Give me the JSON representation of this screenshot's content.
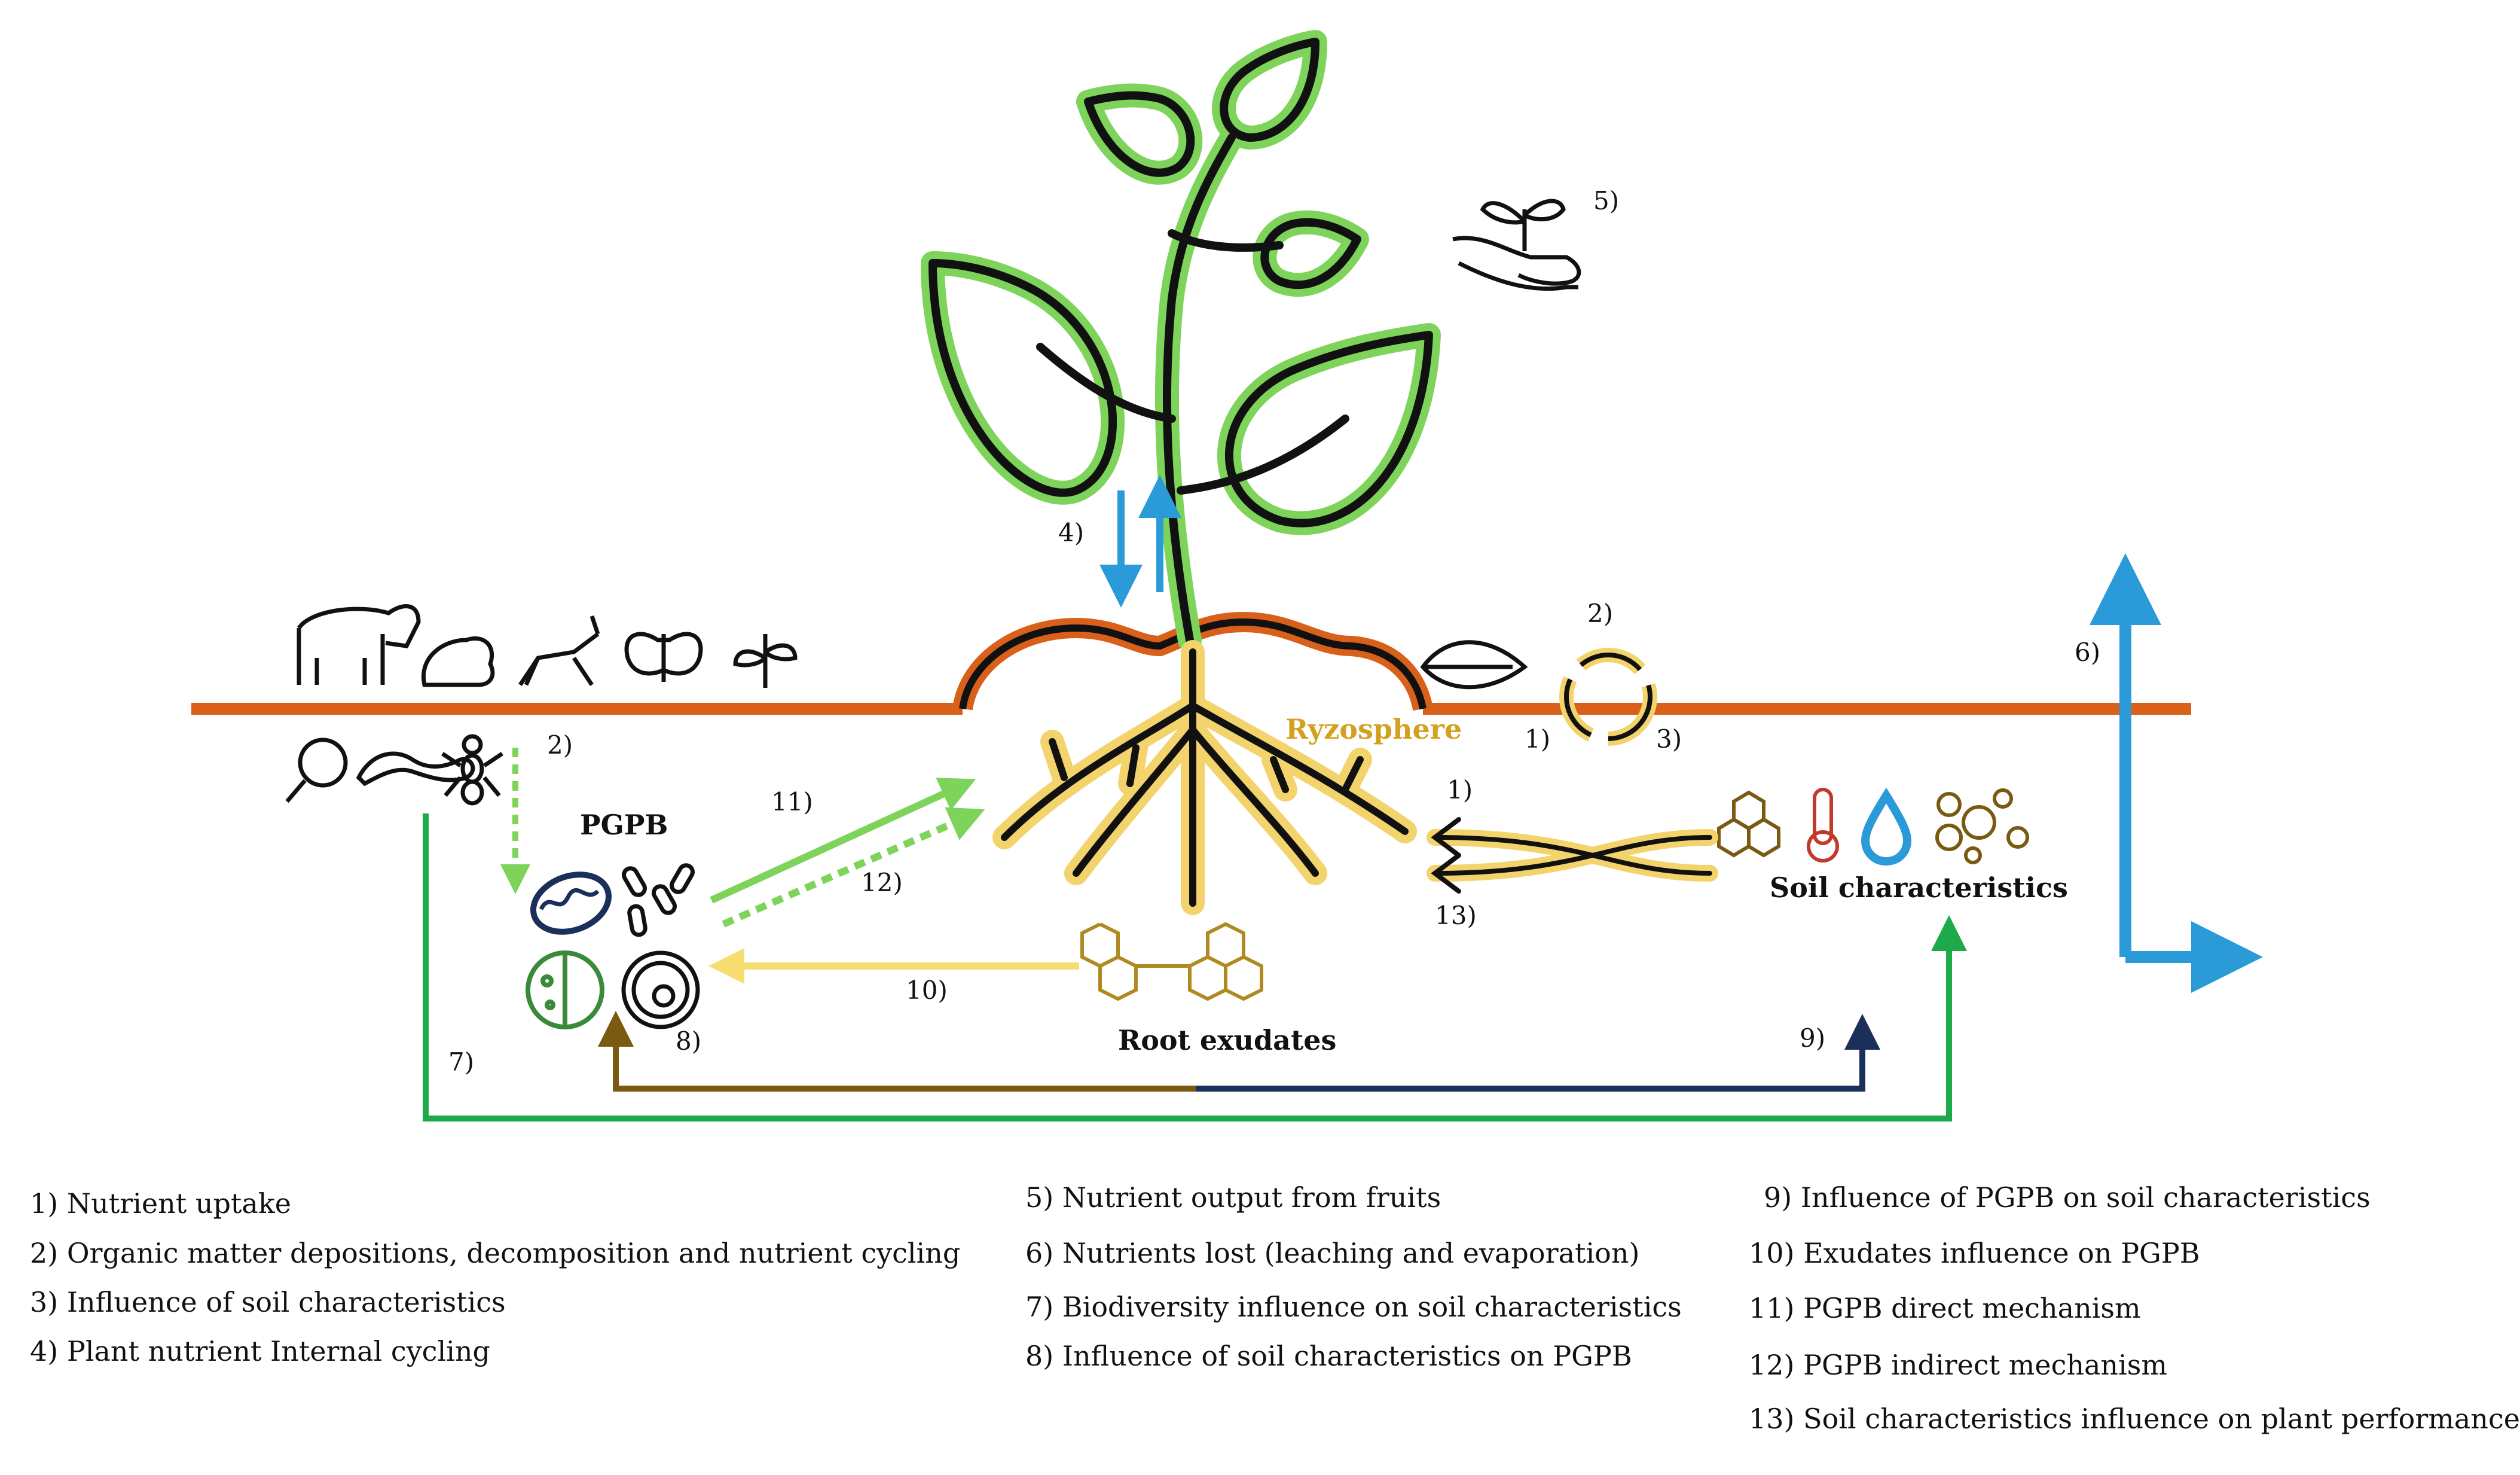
{
  "labels": {
    "ryzosphere": "Ryzosphere",
    "pgpb": "PGPB",
    "root_exudates": "Root exudates",
    "soil_characteristics": "Soil characteristics"
  },
  "markers": {
    "m1_top": "1)",
    "m1_right": "1)",
    "m2_top": "2)",
    "m2_left": "2)",
    "m3": "3)",
    "m4": "4)",
    "m5": "5)",
    "m6": "6)",
    "m7": "7)",
    "m8": "8)",
    "m9": "9)",
    "m10": "10)",
    "m11": "11)",
    "m12": "12)",
    "m13": "13)"
  },
  "legend": {
    "col1": [
      "1) Nutrient uptake",
      "2) Organic matter depositions, decomposition and nutrient cycling",
      "3) Influence of soil characteristics",
      "4) Plant nutrient Internal cycling"
    ],
    "col2": [
      "5) Nutrient output from fruits",
      "6) Nutrients lost (leaching and evaporation)",
      "7) Biodiversity influence on soil characteristics",
      "8) Influence of soil characteristics on PGPB"
    ],
    "col3": [
      "9) Influence of PGPB on soil characteristics",
      "10) Exudates influence on PGPB",
      "11) PGPB direct mechanism",
      "12) PGPB indirect mechanism",
      "13) Soil characteristics influence on plant performance"
    ]
  },
  "colors": {
    "soil_line": "#d9601a",
    "plant_green": "#7ed35a",
    "root_yellow": "#f3d36b",
    "ryzosphere_text": "#d4a020",
    "arrow_blue": "#2a9ad8",
    "arrow_green_dark": "#1eaa4a",
    "arrow_light_green": "#7ed35a",
    "arrow_brown": "#7a5a10",
    "arrow_navy": "#1a2f5a",
    "arrow_yellow": "#f7dc70"
  },
  "icons": [
    "cow-icon",
    "frog-icon",
    "grasshopper-icon",
    "butterfly-icon",
    "sprout-icon",
    "magnifier-bug-icon",
    "worm-icon",
    "ant-icon",
    "hand-plant-icon",
    "leaf-icon",
    "cycle-icon",
    "mitochondria-icon",
    "bacteria-icon",
    "cell-icon",
    "vacuole-cell-icon",
    "molecule-icon",
    "honeycomb-icon",
    "thermometer-icon",
    "water-drop-icon",
    "soil-particles-icon"
  ]
}
